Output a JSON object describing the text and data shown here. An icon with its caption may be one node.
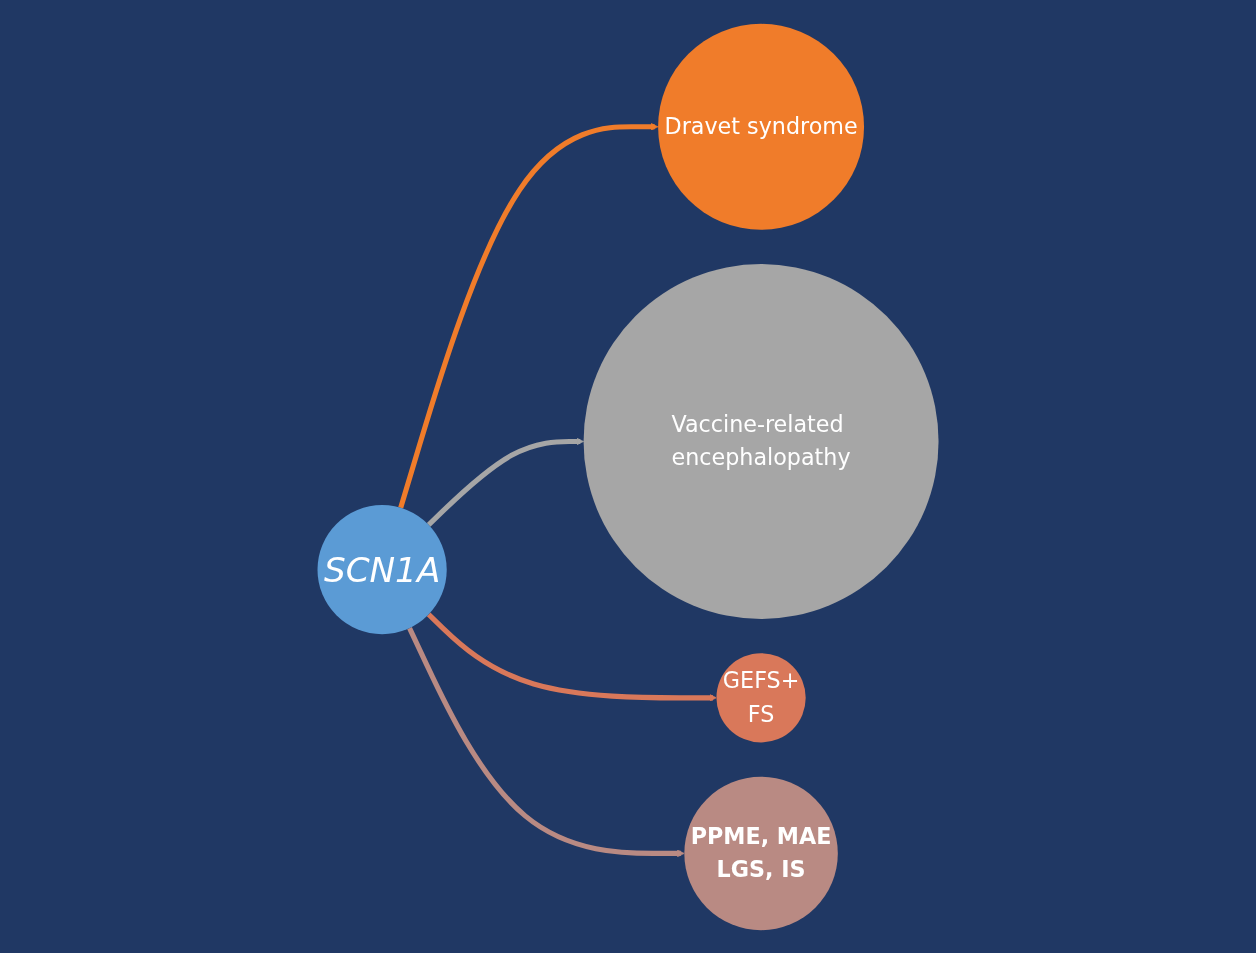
{
  "diagram": {
    "nodes": [
      {
        "text": [
          "Dravet syndrome"
        ]
      },
      {
        "text": [
          "Vaccine-related encephalopathy"
        ]
      },
      {
        "text": [
          "SCN1A"
        ]
      },
      {
        "text": [
          "GEFS+",
          "FS"
        ]
      },
      {
        "text": [
          "PPME, MAE",
          "LGS, IS"
        ]
      }
    ],
    "edges": [
      {
        "from": 2,
        "to": 0,
        "arrow": "to",
        "color": "#f07c2a"
      },
      {
        "from": 2,
        "to": 1,
        "arrow": "to",
        "color": "#a6a6a6"
      },
      {
        "from": 2,
        "to": 3,
        "arrow": "to",
        "color": "#d9785a"
      },
      {
        "from": 2,
        "to": 4,
        "arrow": "to",
        "color": "#b98a83"
      }
    ]
  }
}
